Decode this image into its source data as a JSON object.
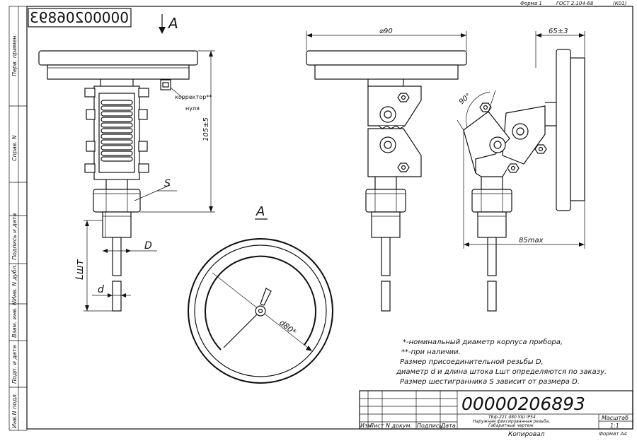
{
  "header": {
    "forma": "Форма 1",
    "gost": "ГОСТ 2.104-68",
    "code": "(К01)"
  },
  "doc_number_top": "00000206893",
  "doc_number": "00000206893",
  "view_marker": "A",
  "view_label": "A",
  "side_labels": {
    "perv_primen": "Перв. примен.",
    "sprav": "Справ. N",
    "podp_data_1": "Подпись и дата",
    "inv_dubl": "Инв. N дубл.",
    "vzam_inv": "Взам. инв. N",
    "podp_data_2": "Подп. и дата",
    "inv_podl": "Инв.N подл."
  },
  "dimensions": {
    "d90": "⌀90",
    "d65": "65±3",
    "h105": "105±5",
    "max85": "85max",
    "angle": "90°",
    "d80": "d80*",
    "S": "S",
    "D": "D",
    "d": "d",
    "Lsht": "Lшт"
  },
  "callouts": {
    "corrector": "корректор**",
    "zero": "нуля"
  },
  "notes": [
    "*-номинальный диаметр корпуса прибора,",
    "**-при наличии.",
    "Размер присоединительной резьбы D,",
    "диаметр  d и длина штока Lшт определяются по заказу.",
    "Размер шестигранника S зависит от размера D."
  ],
  "title_block": {
    "col_izm": "Изм",
    "col_list": "Лист",
    "col_doc": "N докум.",
    "col_podp": "Подпись",
    "col_data": "Дата",
    "desc_1": "ТБф-221 d80 УШ IP54.",
    "desc_2": "Наружная фиксированная резьба.",
    "desc_3": "Габаритный чертеж",
    "company": "Копировал",
    "scale_label": "Масштаб",
    "scale_value": "1:1",
    "format": "Формат  А4"
  }
}
